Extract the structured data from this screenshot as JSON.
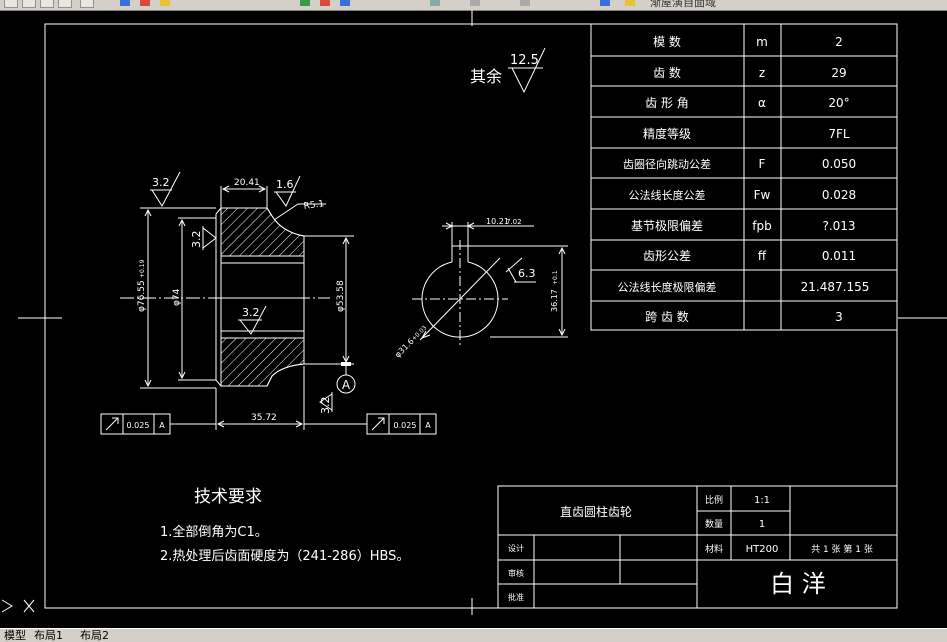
{
  "toolbar": {
    "title_fragment": "渐屋演自面域"
  },
  "roughness": {
    "other_label": "其余",
    "other_value": "12.5",
    "left_top": "3.2",
    "left_side": "3.2",
    "right_top": "1.6",
    "bore": "3.2",
    "hub": "3.2",
    "keyway": "6.3"
  },
  "dimensions": {
    "top_width": "20.41",
    "radius": "R5.1",
    "od": "φ76.55",
    "od_tol": "+0.19",
    "hub_dia": "φ74",
    "bore_dia": "φ53.58",
    "length": "35.72",
    "key_width": "10.21",
    "key_width_tol": "7.02",
    "key_depth": "36.17",
    "key_depth_tol": "+0.1",
    "shaft_dia": "φ31.6",
    "shaft_tol": "+0.03"
  },
  "datum": {
    "letter": "A"
  },
  "tolerance_frames": [
    {
      "value": "0.025",
      "datum": "A"
    },
    {
      "value": "0.025",
      "datum": "A"
    }
  ],
  "gear_table": [
    {
      "name": "模  数",
      "symbol": "m",
      "value": "2"
    },
    {
      "name": "齿  数",
      "symbol": "z",
      "value": "29"
    },
    {
      "name": "齿 形 角",
      "symbol": "α",
      "value": "20°"
    },
    {
      "name": "精度等级",
      "symbol": "",
      "value": "7FL"
    },
    {
      "name": "齿圈径向跳动公差",
      "symbol": "F",
      "value": "0.050"
    },
    {
      "name": "公法线长度公差",
      "symbol": "Fw",
      "value": "0.028"
    },
    {
      "name": "基节极限偏差",
      "symbol": "fpb",
      "value": "?.013"
    },
    {
      "name": "齿形公差",
      "symbol": "ff",
      "value": "0.011"
    },
    {
      "name": "公法线长度极限偏差",
      "symbol": "",
      "value": "21.487.155"
    },
    {
      "name": "跨 齿 数",
      "symbol": "",
      "value": "3"
    }
  ],
  "tech_req": {
    "title": "技术要求",
    "lines": [
      "1.全部倒角为C1。",
      "2.热处理后齿面硬度为（241-286）HBS。"
    ]
  },
  "title_block": {
    "part_name": "直齿圆柱齿轮",
    "scale_label": "比例",
    "scale_value": "1:1",
    "qty_label": "数量",
    "qty_value": "1",
    "material_label": "材料",
    "material_value": "HT200",
    "sheet_text": "共 1 张  第 1 张",
    "designer_label": "设计",
    "checker_label": "审核",
    "approver_label": "批准",
    "company": "白 洋"
  },
  "status_tabs": [
    "模型",
    "布局1",
    "布局2"
  ]
}
